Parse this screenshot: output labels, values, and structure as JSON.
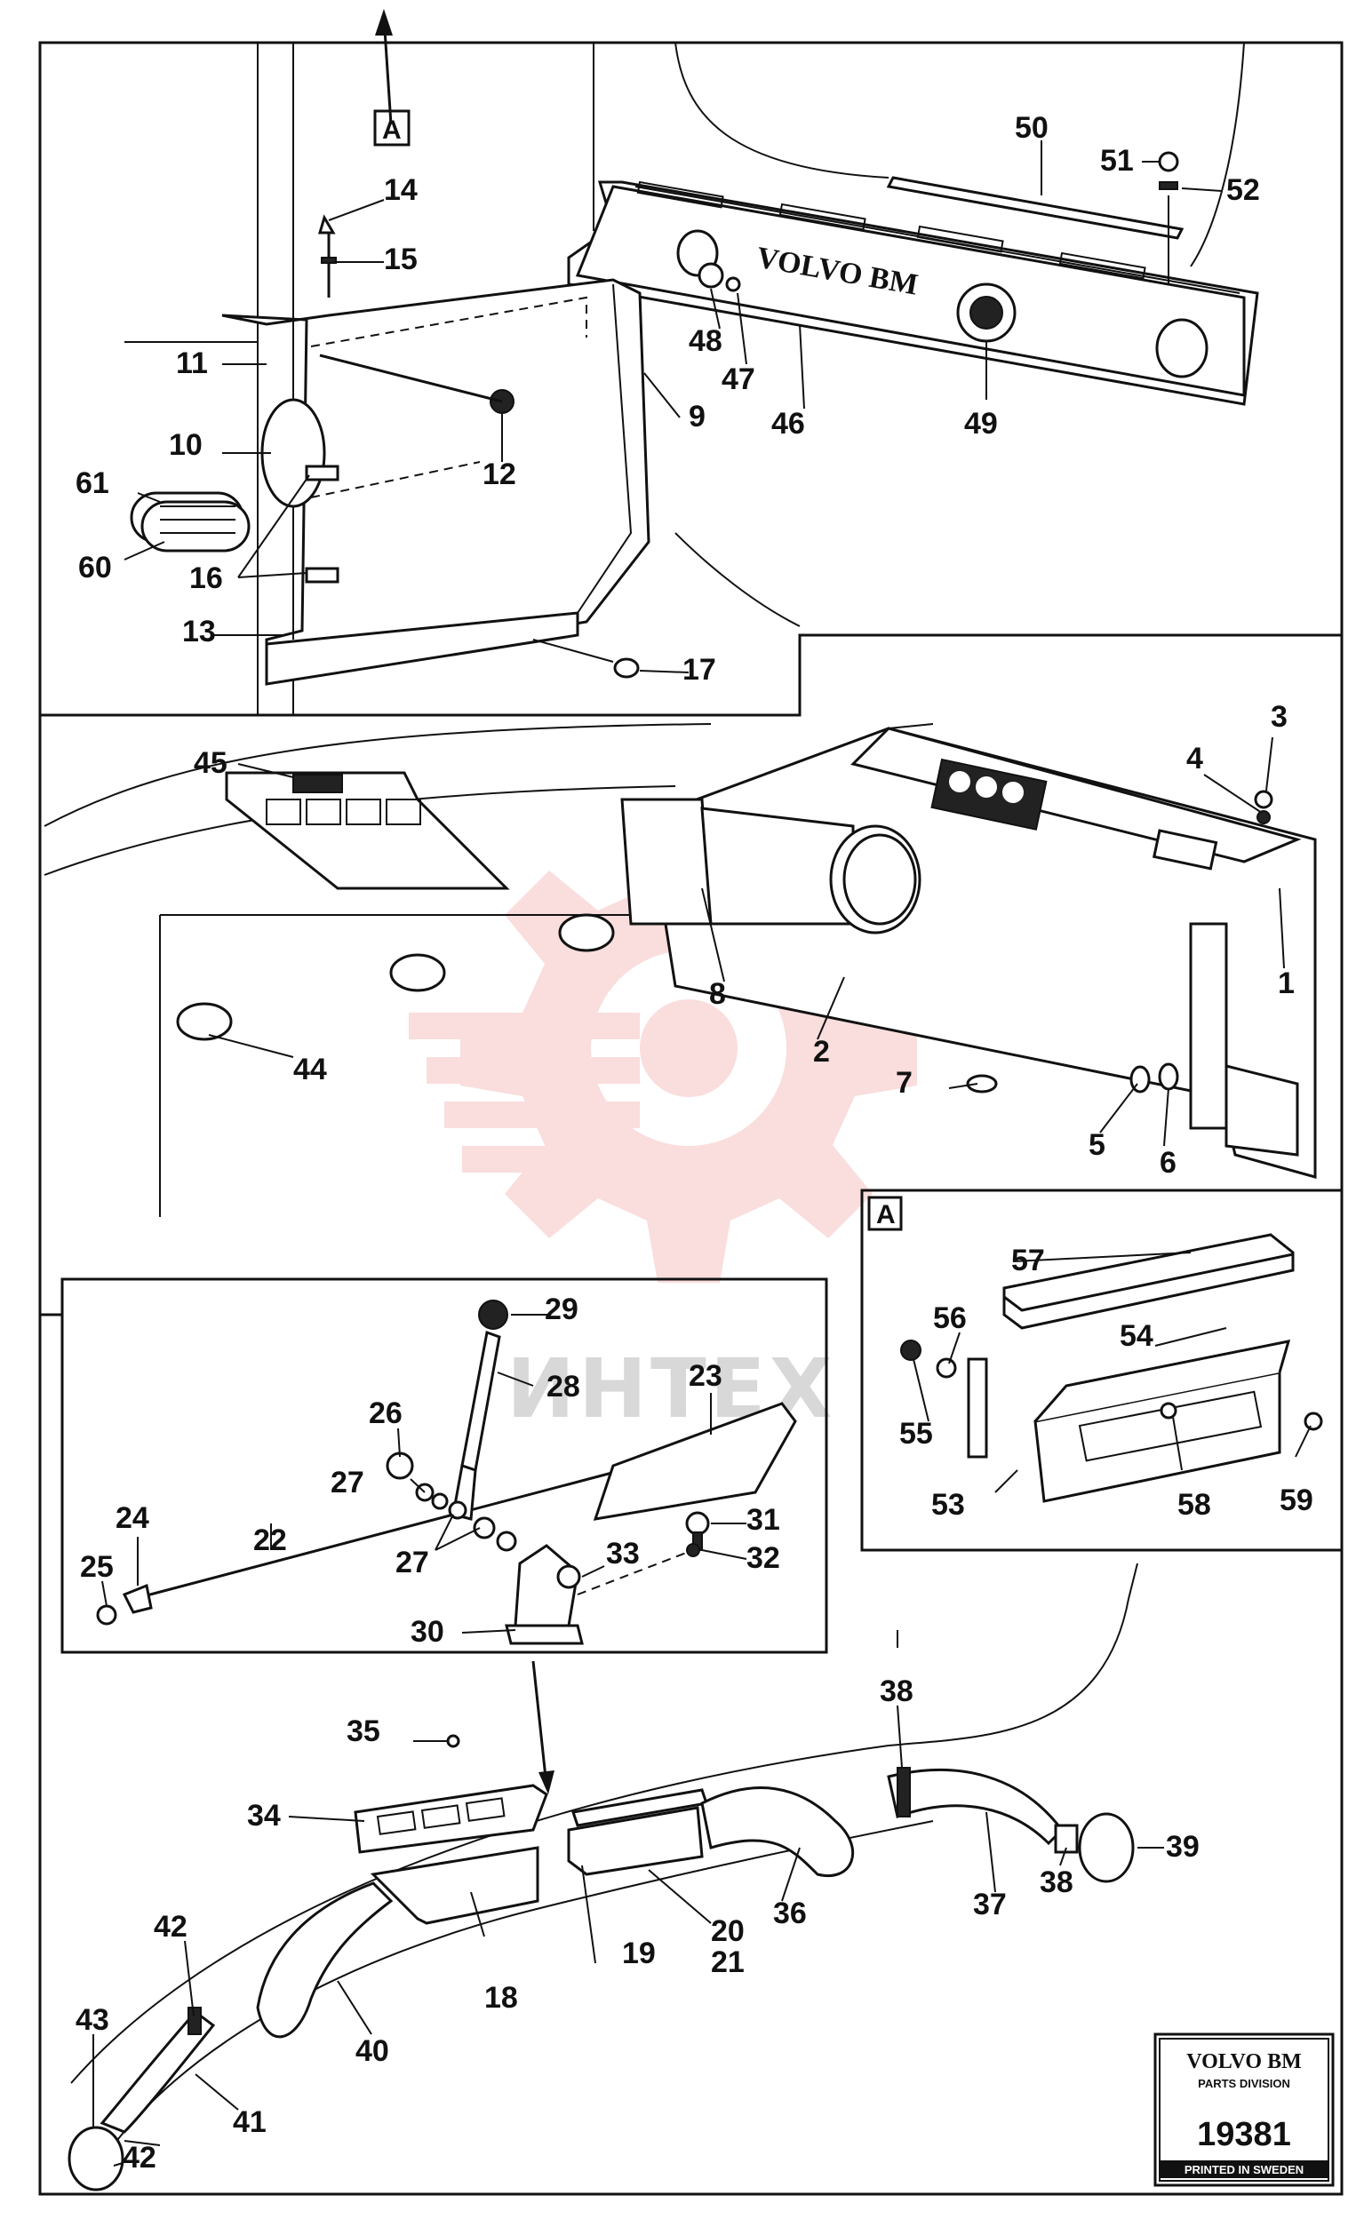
{
  "diagram": {
    "view_markers": [
      "A",
      "A"
    ],
    "panel_brand_text": "VOLVO BM",
    "watermark": "ИНТЕХ",
    "callouts": [
      {
        "n": "1"
      },
      {
        "n": "2"
      },
      {
        "n": "3"
      },
      {
        "n": "4"
      },
      {
        "n": "5"
      },
      {
        "n": "6"
      },
      {
        "n": "7"
      },
      {
        "n": "8"
      },
      {
        "n": "9"
      },
      {
        "n": "10"
      },
      {
        "n": "11"
      },
      {
        "n": "12"
      },
      {
        "n": "13"
      },
      {
        "n": "14"
      },
      {
        "n": "15"
      },
      {
        "n": "16"
      },
      {
        "n": "17"
      },
      {
        "n": "18"
      },
      {
        "n": "19"
      },
      {
        "n": "20"
      },
      {
        "n": "21"
      },
      {
        "n": "22"
      },
      {
        "n": "23"
      },
      {
        "n": "24"
      },
      {
        "n": "25"
      },
      {
        "n": "26"
      },
      {
        "n": "27"
      },
      {
        "n": "27"
      },
      {
        "n": "28"
      },
      {
        "n": "29"
      },
      {
        "n": "30"
      },
      {
        "n": "31"
      },
      {
        "n": "32"
      },
      {
        "n": "33"
      },
      {
        "n": "34"
      },
      {
        "n": "35"
      },
      {
        "n": "36"
      },
      {
        "n": "37"
      },
      {
        "n": "38"
      },
      {
        "n": "38"
      },
      {
        "n": "39"
      },
      {
        "n": "40"
      },
      {
        "n": "41"
      },
      {
        "n": "42"
      },
      {
        "n": "42"
      },
      {
        "n": "43"
      },
      {
        "n": "44"
      },
      {
        "n": "45"
      },
      {
        "n": "46"
      },
      {
        "n": "47"
      },
      {
        "n": "48"
      },
      {
        "n": "49"
      },
      {
        "n": "50"
      },
      {
        "n": "51"
      },
      {
        "n": "52"
      },
      {
        "n": "53"
      },
      {
        "n": "54"
      },
      {
        "n": "55"
      },
      {
        "n": "56"
      },
      {
        "n": "57"
      },
      {
        "n": "58"
      },
      {
        "n": "59"
      },
      {
        "n": "60"
      },
      {
        "n": "61"
      }
    ]
  },
  "stamp": {
    "brand": "VOLVO BM",
    "division": "PARTS DIVISION",
    "number": "19381",
    "footer": "PRINTED IN SWEDEN"
  },
  "colors": {
    "line": "#111111",
    "watermark_logo": "#f4b4b4",
    "watermark_text": "#d8d8d8"
  }
}
